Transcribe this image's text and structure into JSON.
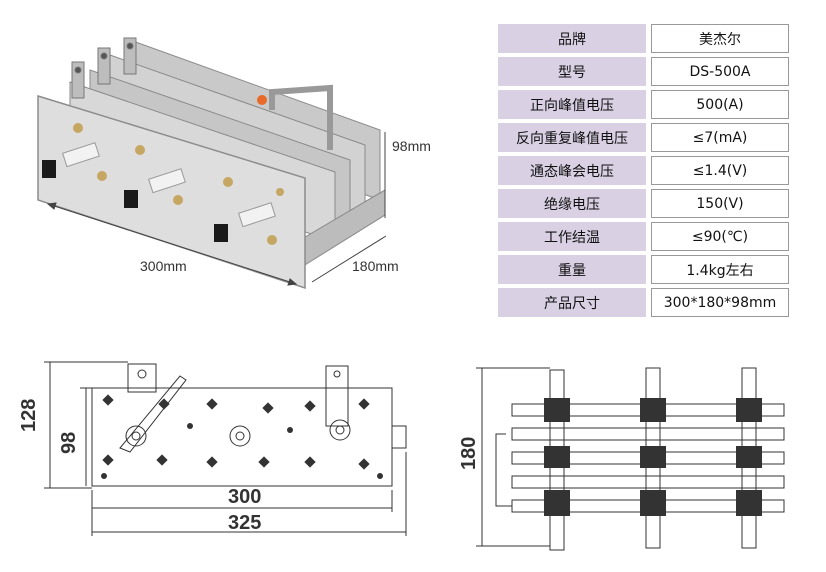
{
  "photo": {
    "dims": {
      "height": "98mm",
      "length": "300mm",
      "width": "180mm"
    }
  },
  "specs": [
    {
      "label": "品牌",
      "value": "美杰尔"
    },
    {
      "label": "型号",
      "value": "DS-500A"
    },
    {
      "label": "正向峰值电压",
      "value": "500(A)"
    },
    {
      "label": "反向重复峰值电压",
      "value": "≤7(mA)"
    },
    {
      "label": "通态峰会电压",
      "value": "≤1.4(V)"
    },
    {
      "label": "绝缘电压",
      "value": "150(V)"
    },
    {
      "label": "工作结温",
      "value": "≤90(℃)"
    },
    {
      "label": "重量",
      "value": "1.4kg左右"
    },
    {
      "label": "产品尺寸",
      "value": "300*180*98mm"
    }
  ],
  "front_drawing": {
    "dims": {
      "total_height": "128",
      "plate_height": "98",
      "plate_length": "300",
      "total_length": "325"
    }
  },
  "side_drawing": {
    "dims": {
      "height": "180"
    }
  }
}
